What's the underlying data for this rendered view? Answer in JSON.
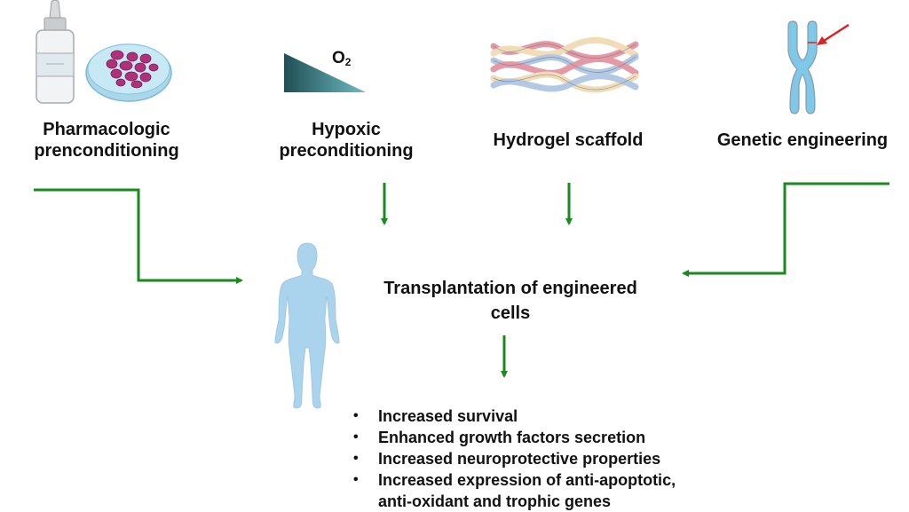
{
  "diagram": {
    "strategies": [
      {
        "id": "pharmacologic",
        "label_lines": [
          "Pharmacologic",
          "prenconditioning"
        ],
        "icon": "drug-bottle-and-petri-dish"
      },
      {
        "id": "hypoxic",
        "label_lines": [
          "Hypoxic",
          "preconditioning"
        ],
        "icon": "oxygen-gradient-triangle",
        "icon_text": "O",
        "icon_subscript": "2"
      },
      {
        "id": "hydrogel",
        "label_lines": [
          "Hydrogel scaffold"
        ],
        "icon": "braided-fiber-scaffold"
      },
      {
        "id": "genetic",
        "label_lines": [
          "Genetic engineering"
        ],
        "icon": "chromosome-with-red-arrow"
      }
    ],
    "center": {
      "title_lines": [
        "Transplantation of engineered",
        "cells"
      ],
      "figure": "human-body-silhouette"
    },
    "outcomes": [
      "Increased survival",
      "Enhanced growth factors secretion",
      "Increased neuroprotective properties",
      "Increased expression of anti-apoptotic,",
      "anti-oxidant and trophic genes"
    ],
    "outcome_bullet_flags": [
      true,
      true,
      true,
      true,
      false
    ],
    "bullet_glyph": "•"
  },
  "colors": {
    "arrow_green": "#1a8a1f",
    "body_blue": "#aad4ee",
    "chromosome_blue": "#7ec8ea",
    "teal_dark": "#1f4f55",
    "teal_light": "#5fb2b8",
    "petri_blue": "#bfe3f2",
    "cell_magenta": "#b0307a",
    "highlight_red": "#e0201f"
  }
}
